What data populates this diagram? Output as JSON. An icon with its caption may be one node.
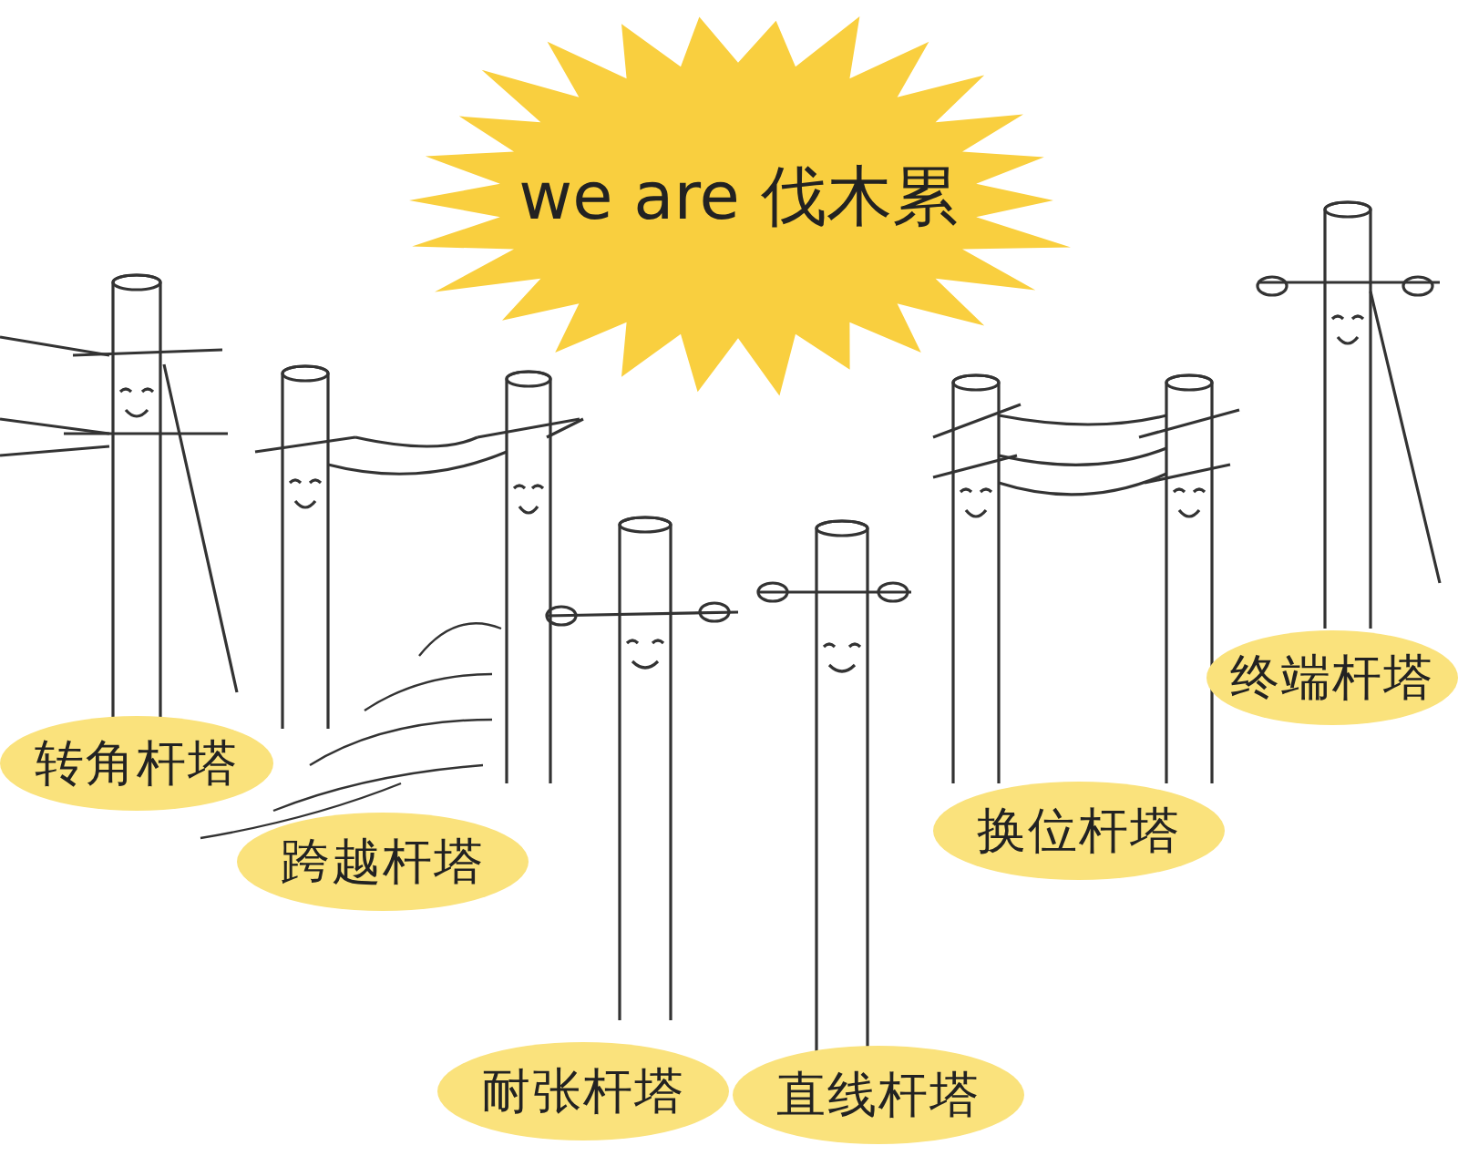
{
  "diagram": {
    "nodes": [
      {
        "text": [
          "we are 伐木累"
        ]
      },
      {
        "text": [
          "转角杆塔"
        ]
      },
      {
        "text": [
          "跨越杆塔"
        ]
      },
      {
        "text": [
          "耐张杆塔"
        ]
      },
      {
        "text": [
          "直线杆塔"
        ]
      },
      {
        "text": [
          "换位杆塔"
        ]
      },
      {
        "text": [
          "终端杆塔"
        ]
      }
    ]
  }
}
